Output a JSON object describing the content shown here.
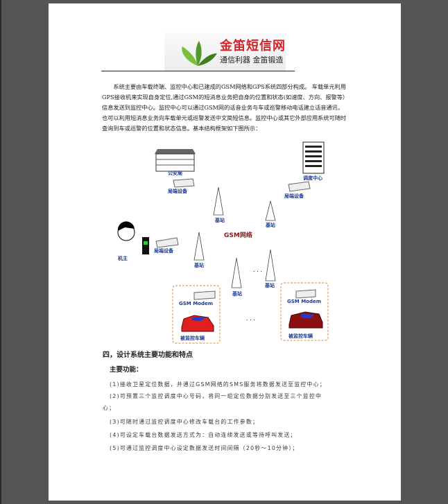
{
  "logo": {
    "name": "金笛短信网",
    "slogan": "通信利器 金笛锻造"
  },
  "intro": "系统主要由车载终端、监控中心和已建成的GSM网络和GPS系统四部分构成。 车载单元利用GPS接收机来实现自身定位,通过GSM的短消息业务把自身的位置和状态(如速度、方向、报警等）信息发送到监控中心。监控中心可以通过GSM网的话音业务与车或巡警移动电话建立话音通讯，也可以利用短消息业务向车载单元或巡警发送中文简短信息。监控中心或其它外部应用系统可随时查询到车或巡警的位置和状态信息。基本结构框架如下图所示：",
  "diagram": {
    "police": "公安局",
    "dispatch": "调度中心",
    "terminal": "局端设备",
    "base": "基站",
    "network": "GSM网络",
    "owner": "机主",
    "modem": "GSM Modem",
    "vehicle": "被监控车辆",
    "ellipsis": ". . ."
  },
  "section": {
    "title": "四，设计系统主要功能和特点",
    "subtitle": "主要功能：",
    "items": [
      "(1)接收卫星定位数据，并通过GSM网络的SMS服务将数据发送至监控中心；",
      "(2)可预置三个监控调度中心号码，将同一组定位数据分别发送至三个监控中",
      "心；",
      "(3)可随时通过监控调度中心修改车载台的工作参数；",
      "(4)可设定车载台数据发送方式为：自动连续发送或等待呼叫发送；",
      "(5)可通过监控调度中心设定数据发送时间间隔（20秒～10分钟）；"
    ]
  }
}
